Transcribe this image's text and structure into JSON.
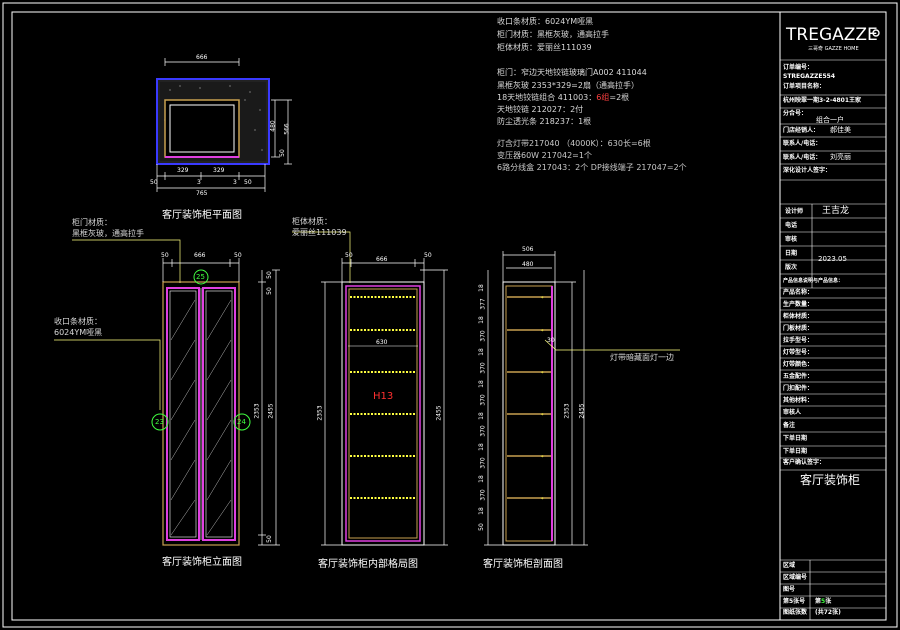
{
  "specs": {
    "line1": "收口条材质：6024YM哑黑",
    "line2": "柜门材质：黑框灰玻，通高拉手",
    "line3": "柜体材质：爱丽丝111039",
    "line4": "柜门：窄边天地铰链玻璃门A002   411044",
    "line5": "黑框灰玻 2353*329=2扇（通高拉手）",
    "line6a": "18天地铰链组合 411003：",
    "line6b": "6组",
    "line6c": "=2根",
    "line7": "天地铰链 212027：2付",
    "line8": "防尘透光条 218237：1根",
    "line9": "灯含灯带217040  （4000K）：630长=6根",
    "line10": "变压器60W 217042=1个",
    "line11": "6路分线盒 217043：2个 DP接线端子 217047=2个"
  },
  "views": {
    "plan_title": "客厅装饰柜平面图",
    "elev_title": "客厅装饰柜立面图",
    "inner_title": "客厅装饰柜内部格局图",
    "section_title": "客厅装饰柜剖面图",
    "elev_note1": "柜门材质：",
    "elev_note2": "黑框灰玻，通高拉手",
    "edge_note1": "收口条材质：",
    "edge_note2": "6024YM哑黑",
    "body_note1": "柜体材质：",
    "body_note2": "爱丽丝111039",
    "light_note": "灯带暗藏面灯一边",
    "h_label": "H13",
    "bubble_top": "25",
    "bubble_left": "23",
    "bubble_right": "24"
  },
  "dims": {
    "plan_top": "666",
    "plan_d1": "480",
    "plan_d2": "566",
    "plan_d3": "50",
    "plan_b1": "50",
    "plan_b2": "329",
    "plan_b3": "3",
    "plan_b4": "329",
    "plan_b5": "3",
    "plan_b6": "50",
    "plan_total": "765",
    "elev_l": "50",
    "elev_m": "666",
    "elev_r": "50",
    "elev_h1": "2353",
    "elev_h2": "2455",
    "elev_t1": "50",
    "elev_t2": "50",
    "elev_b": "50",
    "inner_l": "50",
    "inner_m": "666",
    "inner_r": "50",
    "inner_w": "630",
    "inner_h1": "2353",
    "inner_h2": "2455",
    "sec_top1": "506",
    "sec_top2": "480",
    "sec_30": "30",
    "sec_h": "2455",
    "sec_h2": "2353",
    "sec_rows": [
      "18",
      "377",
      "18",
      "370",
      "18",
      "370",
      "18",
      "370",
      "18",
      "370",
      "18",
      "370",
      "18",
      "370",
      "18",
      "50"
    ]
  },
  "title_block": {
    "brand": "TREGAZZE",
    "brand_sub": "三哥奇 GAZZE HOME",
    "order_no_label": "订单编号：",
    "order_no": "STREGAZZE554",
    "project_label": "订单项目名称：",
    "project": "杭州映翠一期3-2-4801王家",
    "sub_label": "分合号：",
    "sub": "组合一户",
    "store_label": "门店经销人：",
    "store": "郝佳美",
    "contact_label": "联系人/电话：",
    "contact": "刘亮丽",
    "extra_label": "深化设计人签字：",
    "designer_label": "设计师",
    "designer": "王吉龙",
    "phone_label": "电话",
    "approver_label": "审核",
    "date_label": "日期",
    "date": "2023.05",
    "rev_label": "版次",
    "product_info": "产品信息说明与产品信息：",
    "rows": [
      "产品名称：",
      "生产数量：",
      "柜体材质：",
      "门板材质：",
      "拉手型号：",
      "灯带型号：",
      "灯带颜色：",
      "五金配件：",
      "门扣配件：",
      "其他材料："
    ],
    "sign_label": "审核人",
    "note_label": "备注",
    "order_label": "下单日期",
    "customer_label": "客户确认签字：",
    "drawing_name": "客厅装饰柜",
    "f1": "区域",
    "f2": "区域编号",
    "f3": "图号",
    "page_label": "第5张号",
    "page_no": "第",
    "page_val": "5",
    "page_unit": "张",
    "total_label": "图纸张数",
    "total_val": "(共72张)"
  }
}
